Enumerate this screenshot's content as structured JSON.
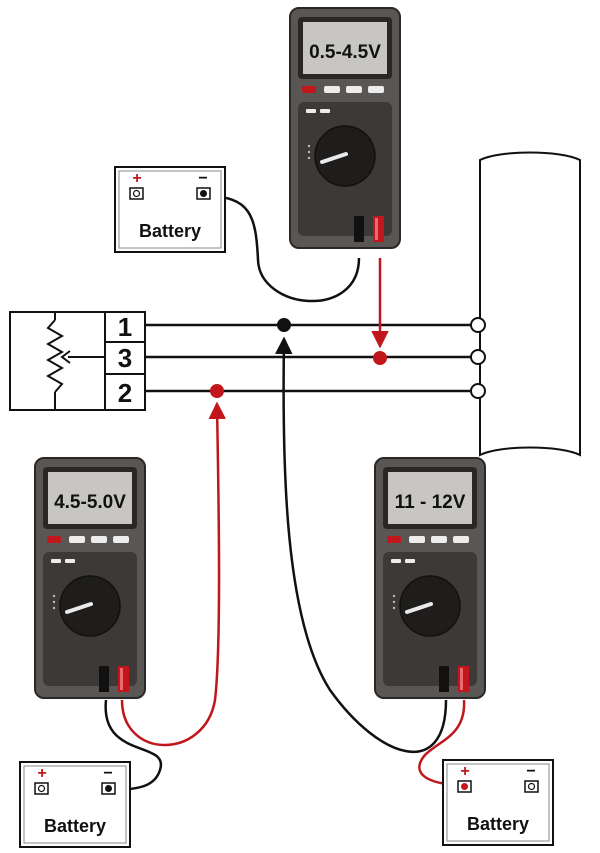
{
  "sensor": {
    "terminals": [
      {
        "id": "pin-1",
        "label": "1"
      },
      {
        "id": "pin-3",
        "label": "3"
      },
      {
        "id": "pin-2",
        "label": "2"
      }
    ]
  },
  "meters": {
    "top": {
      "reading": "0.5-4.5V"
    },
    "left": {
      "reading": "4.5-5.0V"
    },
    "right": {
      "reading": "11 - 12V"
    }
  },
  "batteries": {
    "top": {
      "label": "Battery",
      "plus": "+",
      "minus": "−"
    },
    "left": {
      "label": "Battery",
      "plus": "+",
      "minus": "−"
    },
    "right": {
      "label": "Battery",
      "plus": "+",
      "minus": "−"
    }
  },
  "colors": {
    "meter_body": "#5a5654",
    "meter_panel": "#3c3937",
    "display": "#c7c6c2",
    "lead_red": "#c0161c",
    "lead_black": "#111111",
    "wire": "#111111"
  }
}
